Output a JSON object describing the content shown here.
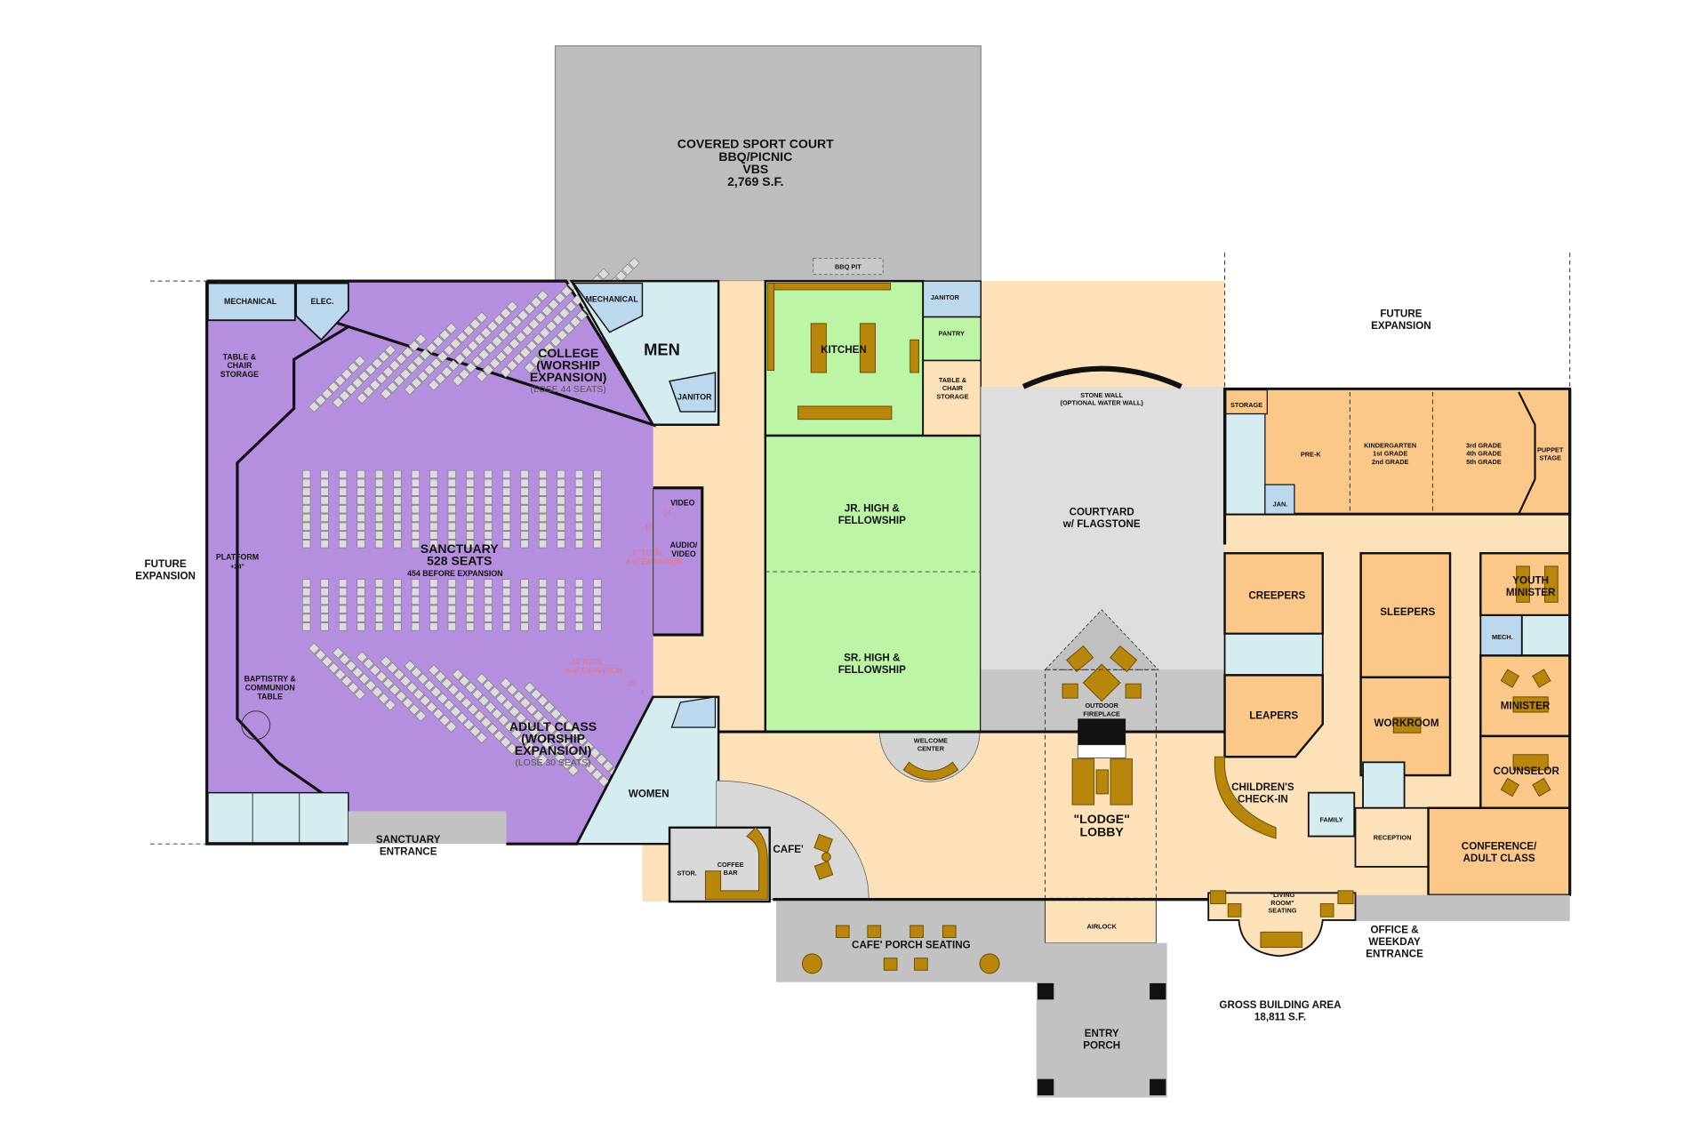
{
  "colors": {
    "sanctuary": "#b58ee0",
    "fellowship": "#bdf5a6",
    "children": "#fcc88a",
    "corridor": "#fde1b8",
    "restroom": "#d5edf1",
    "service": "#bcd8ee",
    "exterior": "#c2c2c2",
    "courtyard": "#dedede",
    "furniture": "#b8860b"
  },
  "labels": {
    "sport_court": [
      "COVERED SPORT COURT",
      "BBQ/PICNIC",
      "VBS",
      "2,769 S.F."
    ],
    "bbq_pit": "BBQ PIT",
    "future_expansion_left": [
      "FUTURE",
      "EXPANSION"
    ],
    "future_expansion_right": [
      "FUTURE",
      "EXPANSION"
    ],
    "mechanical_left": "MECHANICAL",
    "elec": "ELEC.",
    "table_chair_storage_left": [
      "TABLE &",
      "CHAIR",
      "STORAGE"
    ],
    "platform": [
      "PLATFORM",
      "+24\""
    ],
    "baptistry": [
      "BAPTISTRY &",
      "COMMUNION",
      "TABLE"
    ],
    "sanctuary": [
      "SANCTUARY",
      "528 SEATS",
      "454 BEFORE EXPANSION"
    ],
    "college": [
      "COLLEGE",
      "(WORSHIP",
      "EXPANSION)",
      "(LOSE 44 SEATS)"
    ],
    "adult_class": [
      "ADULT CLASS",
      "(WORSHIP",
      "EXPANSION)",
      "(LOSE 30 SEATS)"
    ],
    "seat_notes_upper": [
      "14",
      "15",
      "17 TOTAL",
      "-8 w/ EXPANSION"
    ],
    "seat_notes_lower": [
      "12 TOTAL",
      "-8 w/ EXPANSION",
      "10",
      "4"
    ],
    "video": "VIDEO",
    "audio_video": [
      "AUDIO/",
      "VIDEO"
    ],
    "sanctuary_entrance": [
      "SANCTUARY",
      "ENTRANCE"
    ],
    "mechanical_men": "MECHANICAL",
    "men": "MEN",
    "janitor_men": "JANITOR",
    "women": "WOMEN",
    "kitchen": "KITCHEN",
    "janitor_kitchen": "JANITOR",
    "pantry": "PANTRY",
    "table_chair_storage_kitchen": [
      "TABLE &",
      "CHAIR",
      "STORAGE"
    ],
    "jr_high": [
      "JR. HIGH &",
      "FELLOWSHIP"
    ],
    "sr_high": [
      "SR. HIGH &",
      "FELLOWSHIP"
    ],
    "welcome_center": [
      "WELCOME",
      "CENTER"
    ],
    "cafe": "CAFE'",
    "coffee_bar": [
      "COFFEE",
      "BAR"
    ],
    "stor": "STOR.",
    "cafe_porch": "CAFE' PORCH SEATING",
    "stone_wall": [
      "STONE WALL",
      "(OPTIONAL WATER WALL)"
    ],
    "courtyard": [
      "COURTYARD",
      "w/ FLAGSTONE"
    ],
    "outdoor_fireplace": [
      "OUTDOOR",
      "FIREPLACE"
    ],
    "lodge_lobby": [
      "\"LODGE\"",
      "LOBBY"
    ],
    "airlock": "AIRLOCK",
    "entry_porch": [
      "ENTRY",
      "PORCH"
    ],
    "storage_children": "STORAGE",
    "jan": "JAN.",
    "pre_k": "PRE-K",
    "kinder": [
      "KINDERGARTEN",
      "1st GRADE",
      "2nd GRADE"
    ],
    "grades_3_5": [
      "3rd GRADE",
      "4th GRADE",
      "5th GRADE"
    ],
    "puppet_stage": [
      "PUPPET",
      "STAGE"
    ],
    "creepers": "CREEPERS",
    "leapers": "LEAPERS",
    "sleepers": "SLEEPERS",
    "workroom": "WORKROOM",
    "childrens_checkin": [
      "CHILDREN'S",
      "CHECK-IN"
    ],
    "family": "FAMILY",
    "reception": "RECEPTION",
    "youth_minister": [
      "YOUTH",
      "MINISTER"
    ],
    "mech": "MECH.",
    "minister": "MINISTER",
    "counselor": "COUNSELOR",
    "conference": [
      "CONFERENCE/",
      "ADULT CLASS"
    ],
    "living_room": [
      "\"LIVING",
      "ROOM\"",
      "SEATING"
    ],
    "office_entrance": [
      "OFFICE &",
      "WEEKDAY",
      "ENTRANCE"
    ],
    "gross_area": [
      "GROSS BUILDING AREA",
      "18,811 S.F."
    ]
  }
}
